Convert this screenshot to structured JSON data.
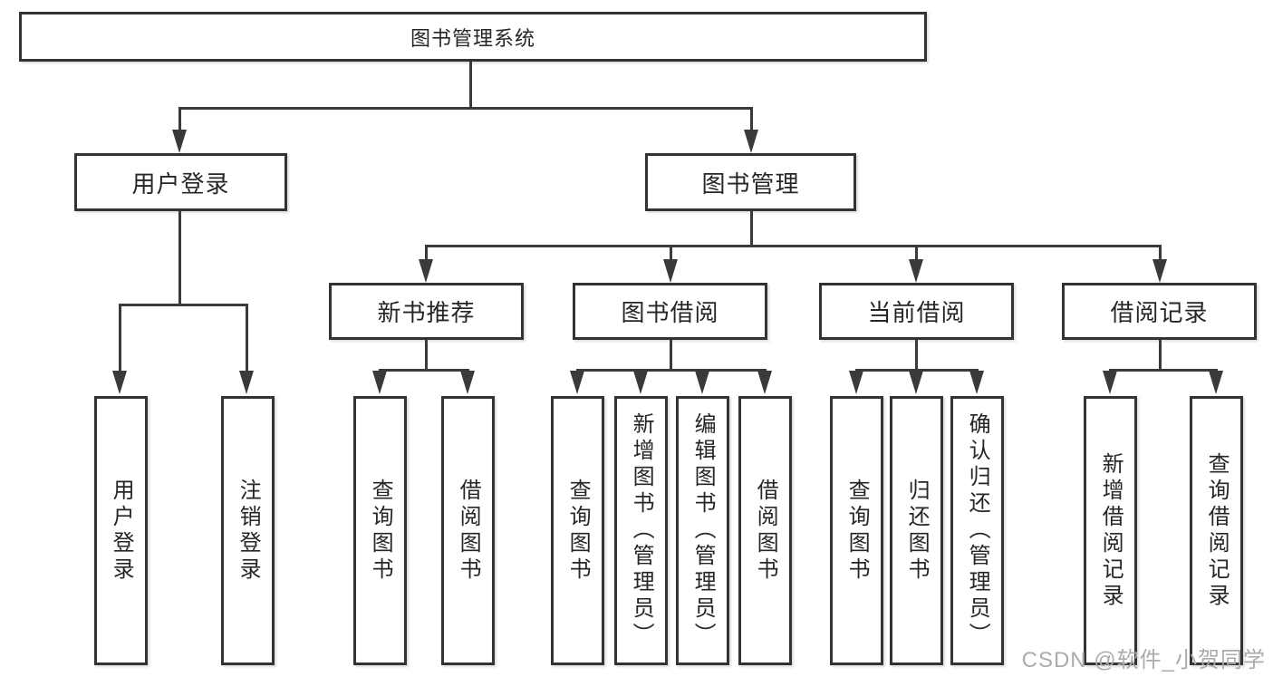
{
  "tree": {
    "root": "图书管理系统",
    "branches": [
      {
        "label": "用户登录",
        "leaves": [
          "用户登录",
          "注销登录"
        ]
      },
      {
        "label": "图书管理",
        "groups": [
          {
            "label": "新书推荐",
            "leaves": [
              "查询图书",
              "借阅图书"
            ]
          },
          {
            "label": "图书借阅",
            "leaves": [
              "查询图书",
              "新增图书（管理员）",
              "编辑图书（管理员）",
              "借阅图书"
            ]
          },
          {
            "label": "当前借阅",
            "leaves": [
              "查询图书",
              "归还图书",
              "确认归还（管理员）"
            ]
          },
          {
            "label": "借阅记录",
            "leaves": [
              "新增借阅记录",
              "查询借阅记录"
            ]
          }
        ]
      }
    ]
  },
  "watermark": {
    "text": "CSDN @软件_小贺同学"
  },
  "colors": {
    "line": "#3a3a3a",
    "border": "#333333",
    "text": "#262626",
    "watermark": "#ababab",
    "background": "#ffffff"
  }
}
